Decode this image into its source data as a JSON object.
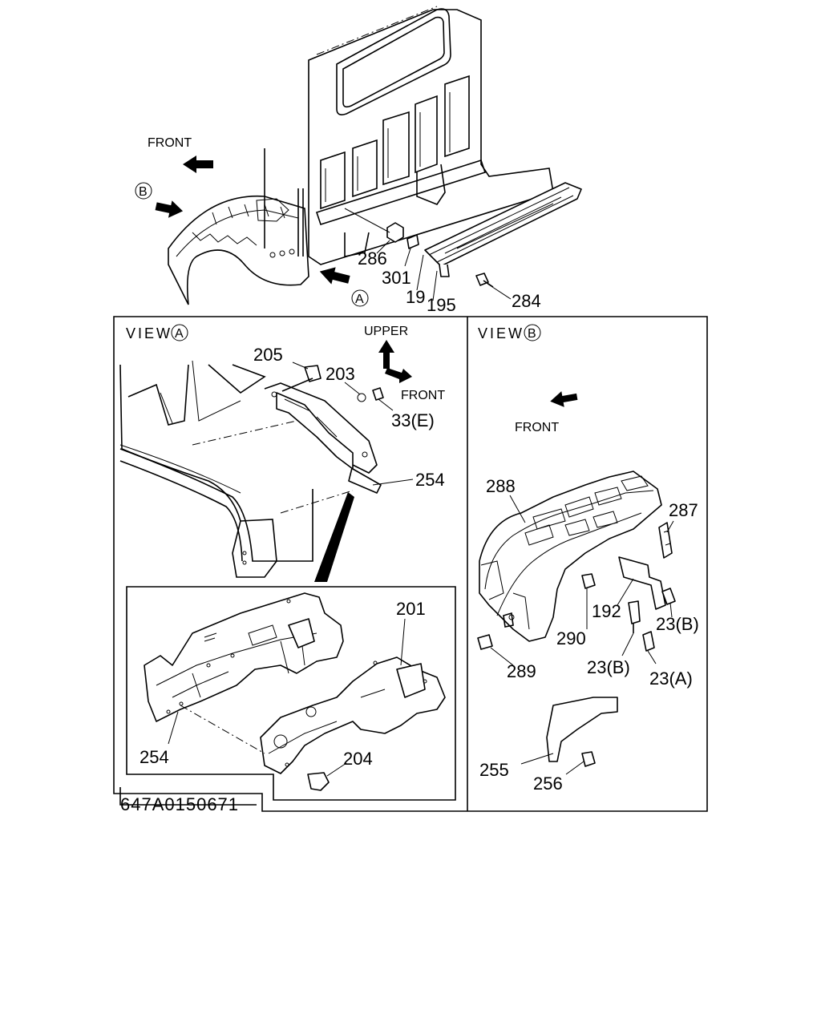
{
  "labels": {
    "front_top": "FRONT",
    "circle_b_top": "B",
    "circle_a_top": "A",
    "p286": "286",
    "p301": "301",
    "p19": "19",
    "p195": "195",
    "p284": "284",
    "view_a_prefix": "VIEW",
    "view_a_letter": "A",
    "upper": "UPPER",
    "front_view_a": "FRONT",
    "p205": "205",
    "p203": "203",
    "p33e": "33(E)",
    "p254_top": "254",
    "p201": "201",
    "p254_inset": "254",
    "p204": "204",
    "view_b_prefix": "VIEW",
    "view_b_letter": "B",
    "front_view_b": "FRONT",
    "p288": "288",
    "p287": "287",
    "p192": "192",
    "p23b_right": "23(B)",
    "p290": "290",
    "p289": "289",
    "p23b_center": "23(B)",
    "p23a": "23(A)",
    "p255": "255",
    "p256": "256",
    "drawing_code": "647A0150671"
  }
}
